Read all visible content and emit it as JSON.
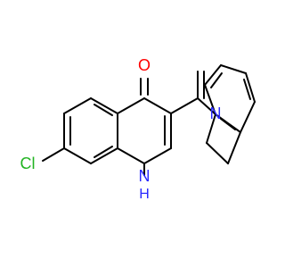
{
  "molecule": {
    "atoms": {
      "cl": {
        "symbol": "Cl",
        "color": "#21b321"
      },
      "o": {
        "symbol": "O",
        "color": "#ff0000"
      },
      "n_indoline": {
        "symbol": "N",
        "color": "#2b2bff"
      },
      "n_quinoline": {
        "symbol": "N",
        "color": "#2b2bff"
      },
      "h": {
        "symbol": "H",
        "color": "#2b2bff"
      }
    }
  }
}
